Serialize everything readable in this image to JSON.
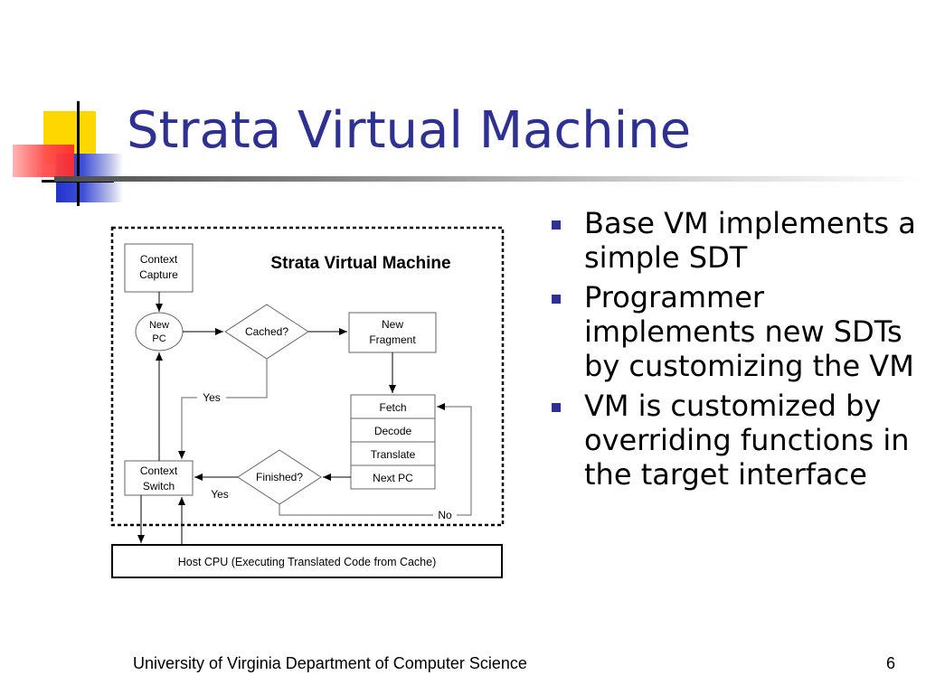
{
  "slide": {
    "title": "Strata Virtual Machine",
    "footer": "University of Virginia Department of Computer Science",
    "page_number": "6",
    "colors": {
      "title": "#2e3192",
      "bullet": "#2e3192",
      "deco_yellow": "#ffd700",
      "deco_blue": "#3344cc",
      "deco_red": "#ff4d4d"
    }
  },
  "diagram": {
    "title": "Strata Virtual Machine",
    "context_capture": [
      "Context",
      "Capture"
    ],
    "new_pc": [
      "New",
      "PC"
    ],
    "cached": "Cached?",
    "new_fragment": [
      "New",
      "Fragment"
    ],
    "yes_cached": "Yes",
    "fetch": "Fetch",
    "decode": "Decode",
    "translate": "Translate",
    "next_pc": "Next PC",
    "finished": "Finished?",
    "context_switch": [
      "Context",
      "Switch"
    ],
    "yes_finished": "Yes",
    "no": "No",
    "host_cpu": "Host CPU (Executing Translated Code from Cache)"
  },
  "bullets": [
    "Base VM implements a simple SDT",
    "Programmer implements new SDTs by customizing the VM",
    "VM is customized by overriding functions in the target interface"
  ]
}
